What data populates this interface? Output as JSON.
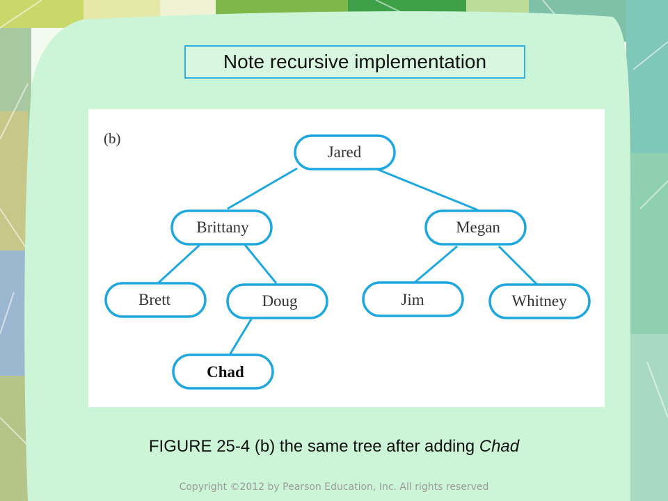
{
  "callout": {
    "text": "Note recursive implementation"
  },
  "diagram": {
    "panel_label": "(b)",
    "nodes": {
      "jared": "Jared",
      "brittany": "Brittany",
      "megan": "Megan",
      "brett": "Brett",
      "doug": "Doug",
      "jim": "Jim",
      "whitney": "Whitney",
      "chad": "Chad"
    },
    "edges": [
      [
        "Jared",
        "Brittany"
      ],
      [
        "Jared",
        "Megan"
      ],
      [
        "Brittany",
        "Brett"
      ],
      [
        "Brittany",
        "Doug"
      ],
      [
        "Doug",
        "Chad"
      ],
      [
        "Megan",
        "Jim"
      ],
      [
        "Megan",
        "Whitney"
      ]
    ],
    "node_color": "#1fa7e0"
  },
  "caption": {
    "prefix": "FIGURE 25-4 (b) the same tree after adding ",
    "emphasis": "Chad"
  },
  "footer": {
    "copyright": "Copyright ©2012 by Pearson Education, Inc. All rights reserved"
  }
}
